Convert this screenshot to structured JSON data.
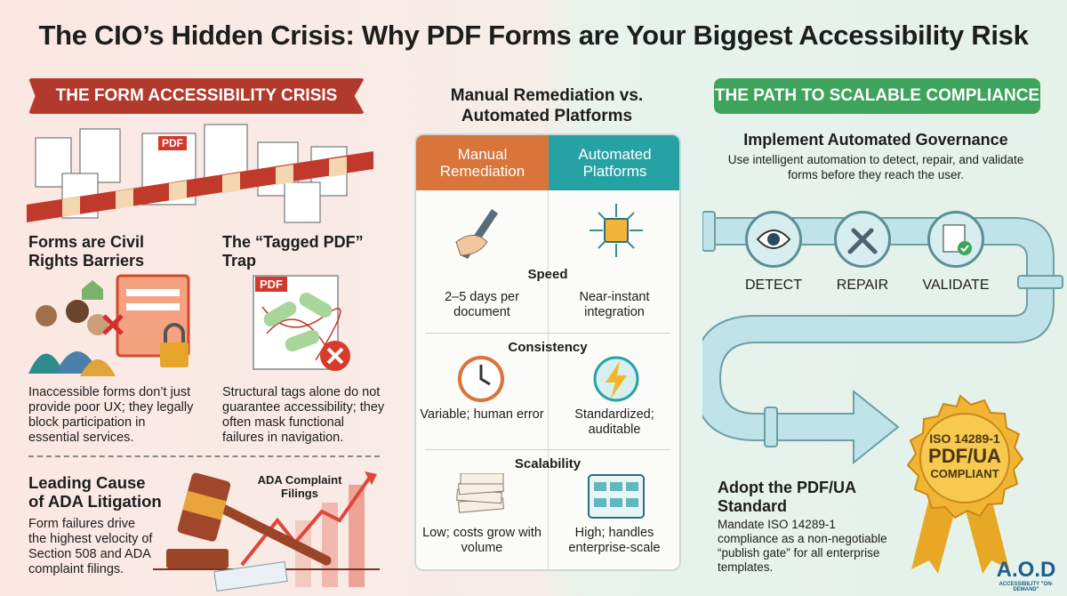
{
  "title": "The CIO’s Hidden Crisis: Why PDF Forms are Your Biggest Accessibility Risk",
  "left": {
    "banner": "THE FORM ACCESSIBILITY CRISIS",
    "pdf_label": "PDF",
    "civil": {
      "heading": "Forms are Civil Rights Barriers",
      "text": "Inaccessible forms don’t just provide poor UX; they legally block participation in essential services."
    },
    "tagged": {
      "heading": "The “Tagged PDF” Trap",
      "pdf_label": "PDF",
      "text": "Structural tags alone do not guarantee accessibility; they often mask functional failures in navigation."
    },
    "litigation": {
      "heading": "Leading Cause of ADA Litigation",
      "text": "Form failures drive the highest velocity of Section 508 and ADA complaint filings.",
      "chart_label": "ADA Complaint Filings"
    }
  },
  "middle": {
    "heading": "Manual Remediation vs. Automated Platforms",
    "col_manual": "Manual Remediation",
    "col_auto": "Automated Platforms",
    "rows": [
      {
        "label": "Speed",
        "manual": "2–5 days per document",
        "auto": "Near-instant integration"
      },
      {
        "label": "Consistency",
        "manual": "Variable; human error",
        "auto": "Standardized; auditable"
      },
      {
        "label": "Scalability",
        "manual": "Low; costs grow with volume",
        "auto": "High; handles enterprise-scale"
      }
    ],
    "colors": {
      "manual": "#d9743a",
      "auto": "#27a2a4"
    }
  },
  "right": {
    "banner": "THE PATH TO SCALABLE COMPLIANCE",
    "governance": {
      "heading": "Implement Automated Governance",
      "text": "Use intelligent automation to detect, repair, and validate forms before they reach the user."
    },
    "steps": [
      "DETECT",
      "REPAIR",
      "VALIDATE"
    ],
    "badge": {
      "line1": "ISO 14289-1",
      "line2": "PDF/UA",
      "line3": "COMPLIANT"
    },
    "adopt": {
      "heading": "Adopt the PDF/UA Standard",
      "text": "Mandate ISO 14289-1 compliance as a non-negotiable “publish gate” for all enterprise templates."
    },
    "logo": {
      "mark": "A.O.D",
      "tagline": "ACCESSIBILITY \"ON-DEMAND\""
    }
  }
}
